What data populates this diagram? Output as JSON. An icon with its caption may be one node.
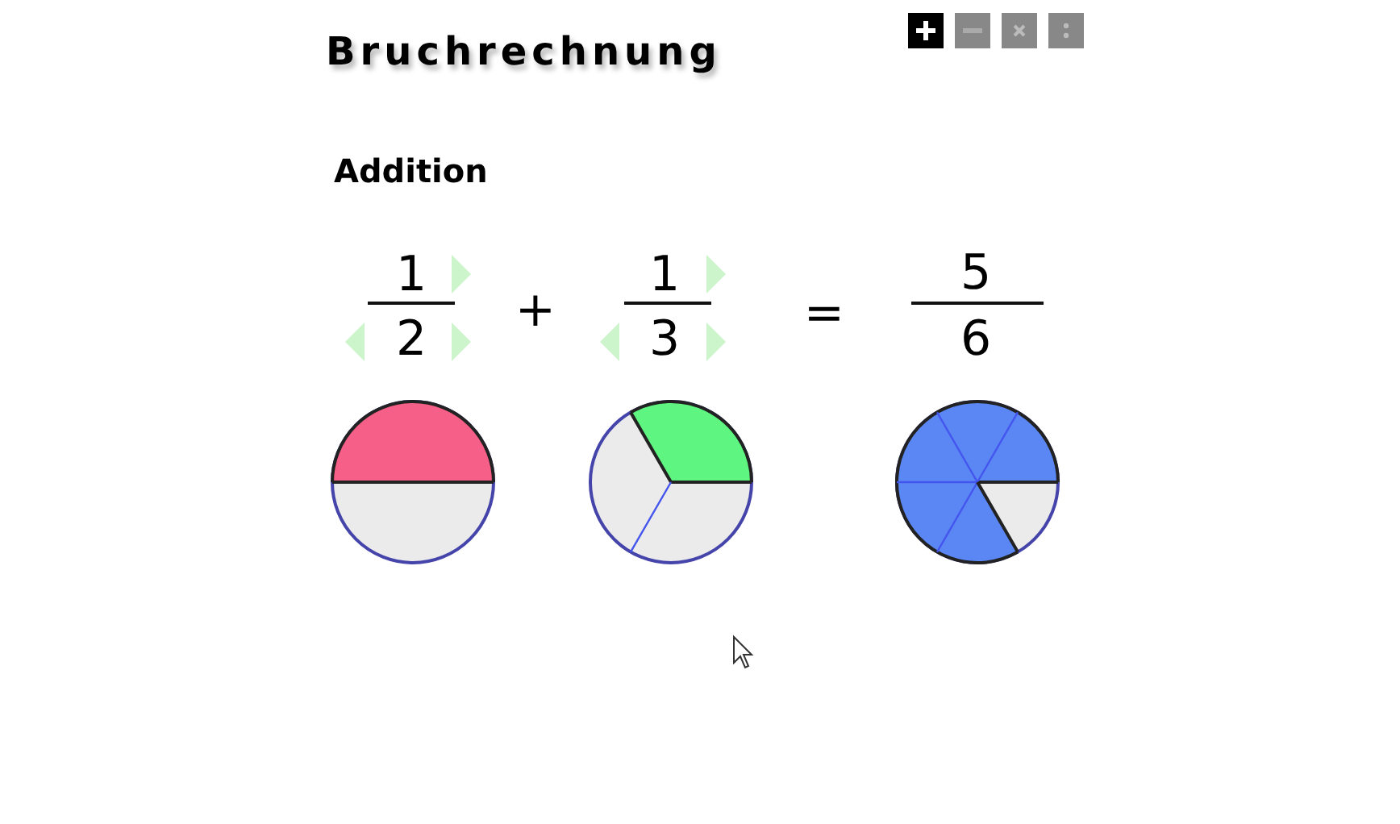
{
  "diagram": {
    "title": "Bruchrechnung",
    "labels": [
      "Addition",
      "1",
      "2",
      "+",
      "1",
      "3",
      "=",
      "5",
      "6"
    ]
  }
}
